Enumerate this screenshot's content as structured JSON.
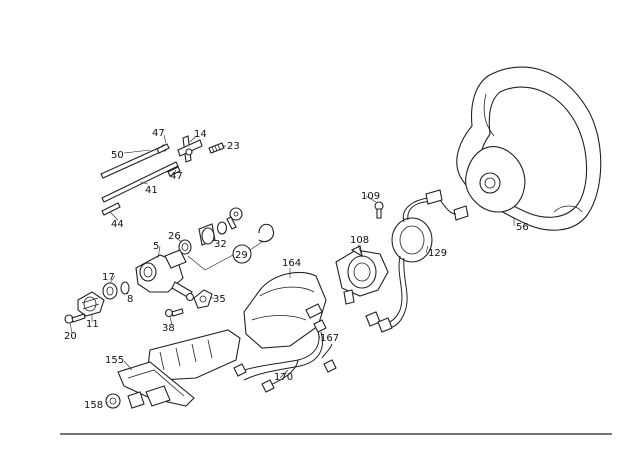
{
  "diagram": {
    "type": "exploded-parts-diagram",
    "callouts": {
      "c5": "5",
      "c8": "8",
      "c11": "11",
      "c14": "14",
      "c17": "17",
      "c20": "20",
      "c23": "23",
      "c26": "26",
      "c29": "29",
      "c32": "32",
      "c35": "35",
      "c38": "38",
      "c41": "41",
      "c44": "44",
      "c47a": "47",
      "c47b": "47",
      "c50": "50",
      "c56": "56",
      "c108": "108",
      "c109": "109",
      "c129": "129",
      "c155": "155",
      "c158": "158",
      "c164": "164",
      "c167": "167",
      "c170": "170"
    },
    "line_color": "#222222",
    "background": "#ffffff"
  }
}
